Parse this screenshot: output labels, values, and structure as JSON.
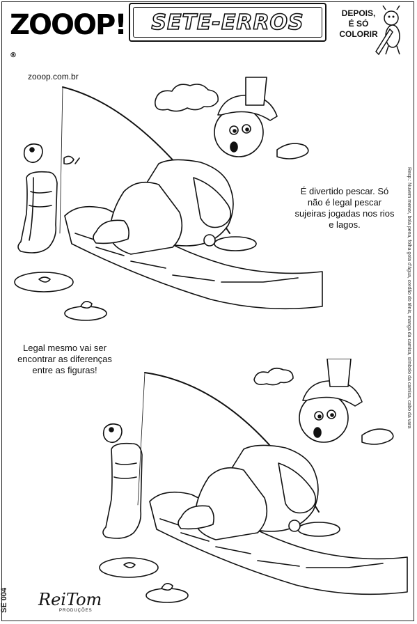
{
  "logo": {
    "name": "ZOOOP!",
    "url": "zooop.com.br",
    "reg": "®"
  },
  "title": "SETE-ERROS",
  "color_note": {
    "line1": "DEPOIS,",
    "line2": "É SÓ",
    "line3": "COLORIR"
  },
  "side_answer": "Resp.: Nuvem menor, bola pena, folha gota d'água, cordão do tênis, manga da camisa, símbolo da camisa, cabo da vara",
  "caption1": "É divertido pescar. Só não é legal pescar sujeiras jogadas nos rios e lagos.",
  "caption2": "Legal mesmo vai ser encontrar as diferenças entre as figuras!",
  "code": "SE 004",
  "brand": {
    "name": "ReiTom",
    "sub": "PRODUÇÕES"
  },
  "icons": [
    "mascot-icon",
    "fishing-scene-top",
    "fishing-scene-bottom"
  ]
}
